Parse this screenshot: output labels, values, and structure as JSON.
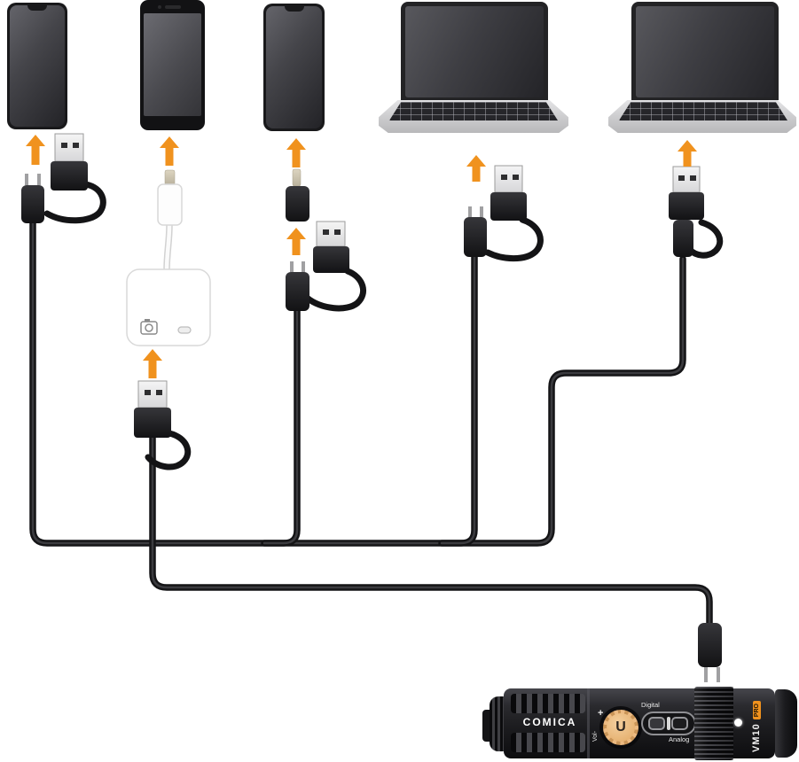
{
  "colors": {
    "arrow": "#F0921E",
    "cable": "#141416",
    "knob": "#E8B678",
    "badge": "#F0921E",
    "mic_body": "#1b1b1d"
  },
  "mic": {
    "brand": "COMICA",
    "model": "VM10",
    "badge": "PRO",
    "knob_glyph": "U",
    "vol_plus": "+",
    "vol_minus": "Vol-",
    "digital": "Digital",
    "analog": "Analog"
  }
}
